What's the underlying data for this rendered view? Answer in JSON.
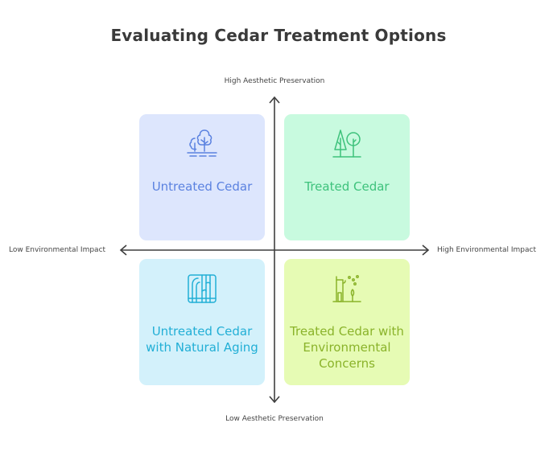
{
  "title": "Evaluating Cedar Treatment Options",
  "axes": {
    "top": "High Aesthetic Preservation",
    "bottom": "Low Aesthetic Preservation",
    "left": "Low Environmental Impact",
    "right": "High Environmental Impact"
  },
  "quadrants": {
    "top_left": {
      "label": "Untreated Cedar",
      "icon": "trees-icon",
      "color": "#5b82e0",
      "bg": "#dde6fd"
    },
    "top_right": {
      "label": "Treated Cedar",
      "icon": "pine-tree-icon",
      "color": "#3ec27c",
      "bg": "#c8fadf"
    },
    "bottom_left": {
      "label": "Untreated Cedar with Natural Aging",
      "icon": "wood-grain-icon",
      "color": "#22afd6",
      "bg": "#d3f1fb"
    },
    "bottom_right": {
      "label": "Treated Cedar with Environmental Concerns",
      "icon": "polluted-tree-icon",
      "color": "#8ab32a",
      "bg": "#e6fbb4"
    }
  }
}
